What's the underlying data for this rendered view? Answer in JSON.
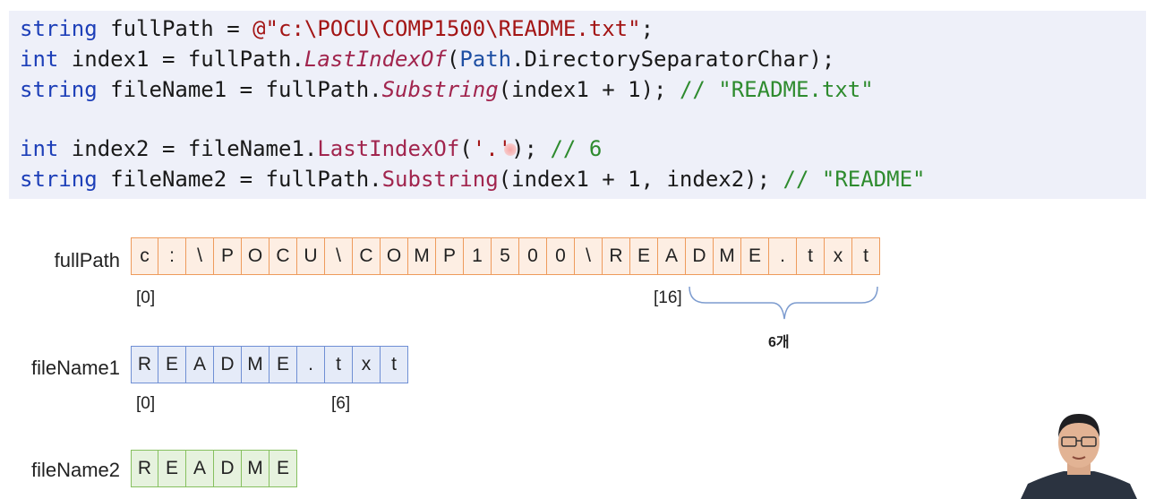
{
  "code": {
    "line1": {
      "kw": "string",
      "pre": " fullPath = ",
      "str": "@\"c:\\POCU\\COMP1500\\README.txt\"",
      "end": ";"
    },
    "line2": {
      "kw": "int",
      "pre": " index1 = fullPath.",
      "method": "LastIndexOf",
      "open": "(",
      "typ": "Path",
      "post": ".DirectorySeparatorChar);"
    },
    "line3": {
      "kw": "string",
      "pre": " fileName1 = fullPath.",
      "method": "Substring",
      "post": "(index1 + 1); ",
      "cmt": "// \"README.txt\""
    },
    "line4": {
      "kw": "int",
      "pre": " index2 = fileName1.",
      "method": "LastIndexOf",
      "open": "(",
      "str": "'.'",
      "post": "); ",
      "cmt": "// 6"
    },
    "line5": {
      "kw": "string",
      "pre": " fileName2 = fullPath.",
      "method": "Substring",
      "post": "(index1 + 1, index2); ",
      "cmt": "// \"README\""
    }
  },
  "arrays": {
    "fullPath": {
      "label": "fullPath",
      "chars": [
        "c",
        ":",
        "\\",
        "P",
        "O",
        "C",
        "U",
        "\\",
        "C",
        "O",
        "M",
        "P",
        "1",
        "5",
        "0",
        "0",
        "\\",
        "R",
        "E",
        "A",
        "D",
        "M",
        "E",
        ".",
        "t",
        "x",
        "t"
      ]
    },
    "fileName1": {
      "label": "fileName1",
      "chars": [
        "R",
        "E",
        "A",
        "D",
        "M",
        "E",
        ".",
        "t",
        "x",
        "t"
      ]
    },
    "fileName2": {
      "label": "fileName2",
      "chars": [
        "R",
        "E",
        "A",
        "D",
        "M",
        "E"
      ]
    }
  },
  "indices": {
    "full_start": "[0]",
    "full_16": "[16]",
    "fn1_start": "[0]",
    "fn1_6": "[6]"
  },
  "brace_label": "6개",
  "colors": {
    "fullPath": "#ee9b5c",
    "fileName1": "#6f8fd4",
    "fileName2": "#86c05f"
  }
}
